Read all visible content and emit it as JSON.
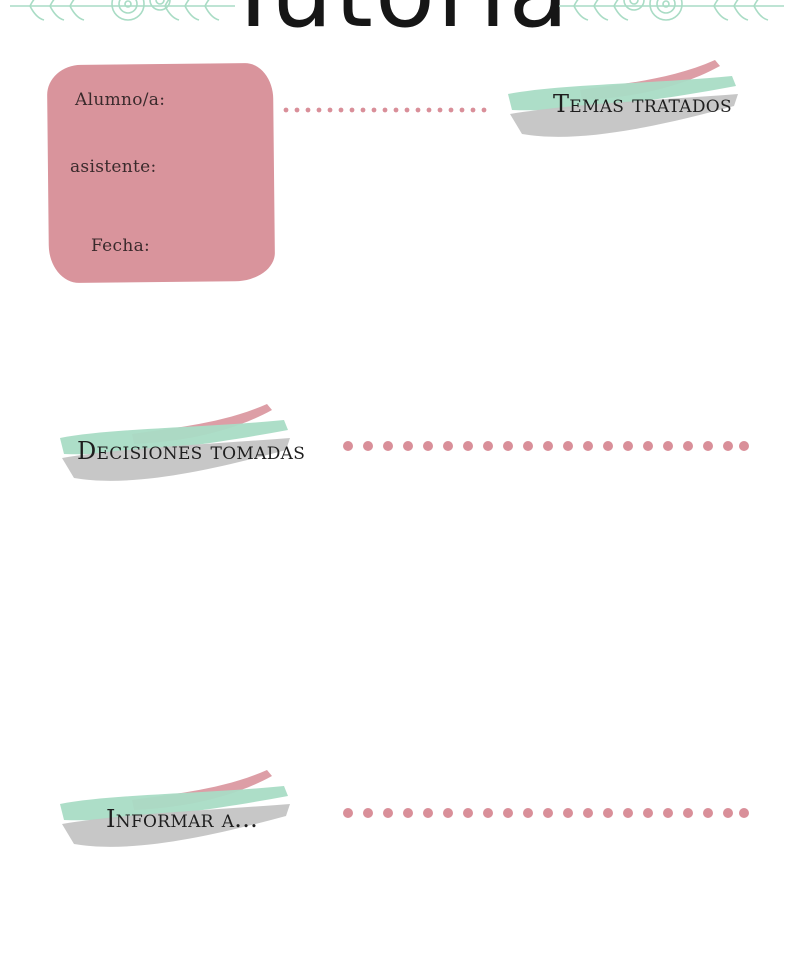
{
  "header": {
    "title": "Tutoría"
  },
  "info_card": {
    "alumno_label": "Alumno/a:",
    "asistente_label": "asistente:",
    "fecha_label": "Fecha:"
  },
  "sections": {
    "temas": "Temas tratados",
    "decisiones": "Decisiones tomadas",
    "informar": "Informar a..."
  },
  "colors": {
    "pink": "#d9949c",
    "mint": "#a9dcc5",
    "grey": "#c4c4c4",
    "dot_pink": "#d98f99"
  },
  "icons": [
    "floral-wreath-icon",
    "brush-stroke-icon"
  ]
}
